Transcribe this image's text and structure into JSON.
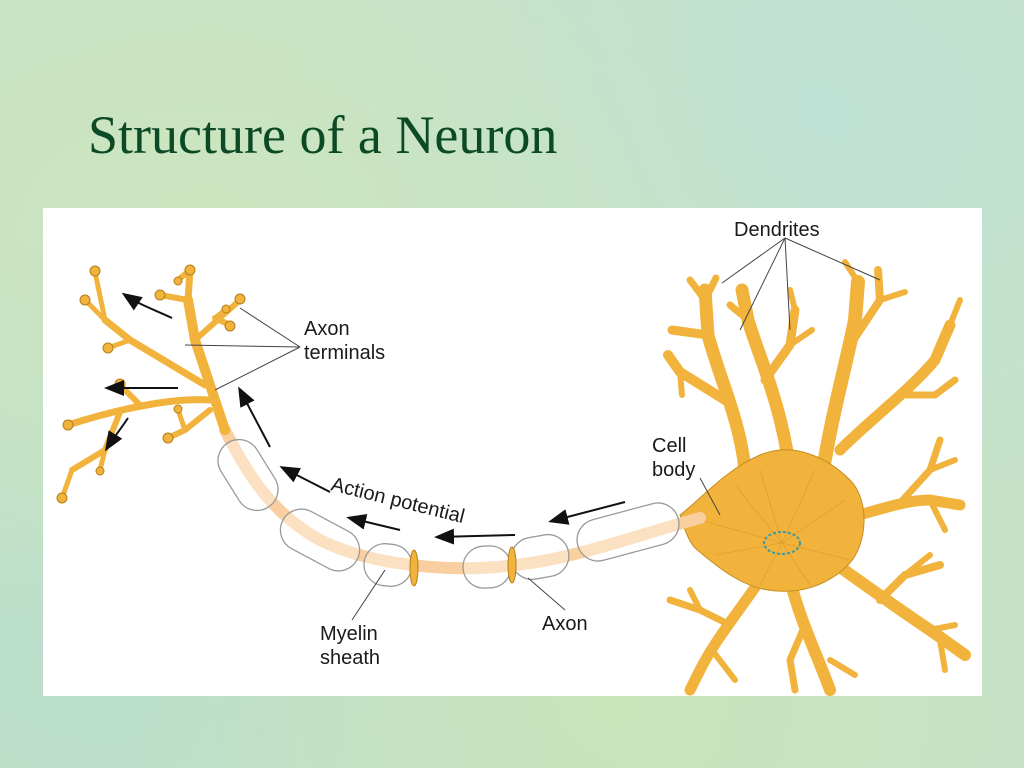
{
  "slide": {
    "title": "Structure of a Neuron"
  },
  "diagram": {
    "labels": {
      "dendrites": "Dendrites",
      "axon_terminals_line1": "Axon",
      "axon_terminals_line2": "terminals",
      "cell_body_line1": "Cell",
      "cell_body_line2": "body",
      "action_potential": "Action potential",
      "myelin_sheath_line1": "Myelin",
      "myelin_sheath_line2": "sheath",
      "axon": "Axon"
    },
    "colors": {
      "neuron_fill": "#f2b33d",
      "neuron_outline": "#b57d1a",
      "axon_core": "#f9cfa0",
      "sheath_outline": "#9a9a9a",
      "nucleus": "#3a9aa0"
    }
  }
}
